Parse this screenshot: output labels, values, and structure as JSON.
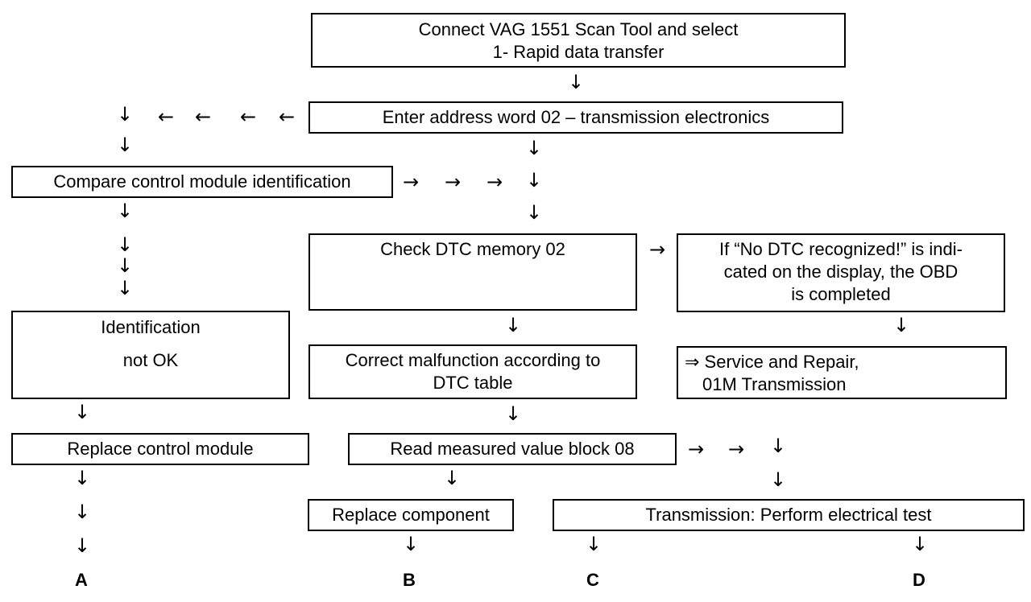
{
  "boxes": {
    "connect": {
      "lines": [
        "Connect VAG 1551 Scan Tool and select",
        "1- Rapid data transfer"
      ]
    },
    "enter_address": {
      "lines": [
        "Enter address word 02 – transmission electronics"
      ]
    },
    "compare_id": {
      "lines": [
        "Compare control module identification"
      ]
    },
    "check_dtc": {
      "lines": [
        "Check DTC memory 02"
      ]
    },
    "no_dtc": {
      "lines": [
        "If “No DTC recognized!” is indi-",
        "cated on the display, the OBD",
        "is completed"
      ]
    },
    "identification": {
      "lines": [
        "Identification",
        "not OK"
      ]
    },
    "correct": {
      "lines": [
        "Correct malfunction according to",
        "DTC table"
      ]
    },
    "service": {
      "lines": [
        "⇒ Service and Repair,",
        "01M Transmission"
      ]
    },
    "replace_module": {
      "lines": [
        "Replace control module"
      ]
    },
    "read_block": {
      "lines": [
        "Read measured value block 08"
      ]
    },
    "replace_component": {
      "lines": [
        "Replace component"
      ]
    },
    "perform_test": {
      "lines": [
        "Transmission:  Perform electrical test"
      ]
    }
  },
  "arrows": {
    "down": "↓",
    "left": "←",
    "right": "→"
  },
  "outputs": {
    "a": "A",
    "b": "B",
    "c": "C",
    "d": "D"
  }
}
